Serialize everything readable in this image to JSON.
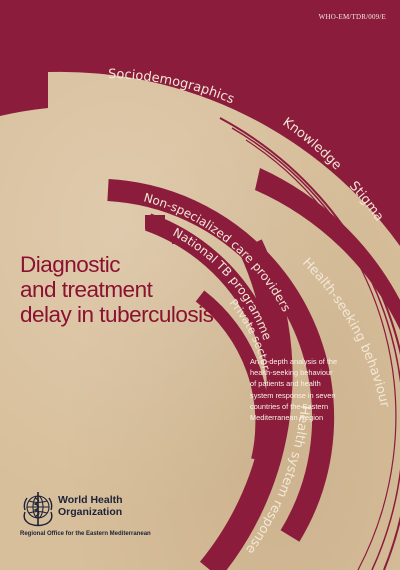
{
  "document_code": "WHO-EM/TDR/009/E",
  "title_lines": [
    "Diagnostic",
    "and treatment",
    "delay in tuberculosis"
  ],
  "subtitle_lines": [
    "An in-depth analysis of the",
    "health-seeking behaviour",
    "of patients and health",
    "system response in seven",
    "countries of the Eastern",
    "Mediterranean  Region"
  ],
  "arc_labels": {
    "sociodemographics": "Sociodemographics",
    "knowledge": "Knowledge",
    "stigma": "Stigma",
    "health_seeking": "Health-seeking behaviour",
    "health_system": "Health system response",
    "non_specialized": "Non-specialized care providers",
    "national_tb": "National TB programme",
    "private_sector": "Private  sector"
  },
  "publisher": {
    "name_lines": [
      "World Health",
      "Organization"
    ],
    "region": "Regional Office for the Eastern Mediterranean",
    "emblem_icon": "who-emblem-icon"
  },
  "colors": {
    "maroon": "#8b1c3c",
    "background": "#d8bf9b",
    "title": "#8a1230"
  }
}
